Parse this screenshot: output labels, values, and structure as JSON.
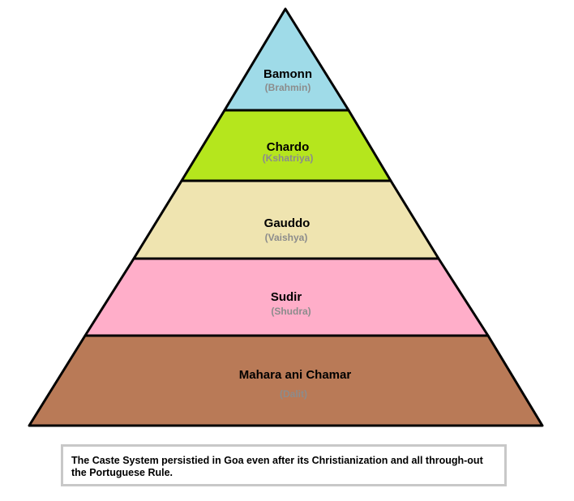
{
  "tiers": [
    {
      "name": "Bamonn",
      "subtitle": "(Brahmin)",
      "color": "#9fdbe8"
    },
    {
      "name": "Chardo",
      "subtitle": "(Kshatriya)",
      "color": "#b5e61d"
    },
    {
      "name": "Gauddo",
      "subtitle": "(Vaishya)",
      "color": "#efe4b0"
    },
    {
      "name": "Sudir",
      "subtitle": "(Shudra)",
      "color": "#ffaec9"
    },
    {
      "name": "Mahara ani Chamar",
      "subtitle": "(Dalit)",
      "color": "#b97a57"
    }
  ],
  "caption": "The Caste System persistied in Goa even after its Christianization and  all through-out the Portuguese Rule."
}
